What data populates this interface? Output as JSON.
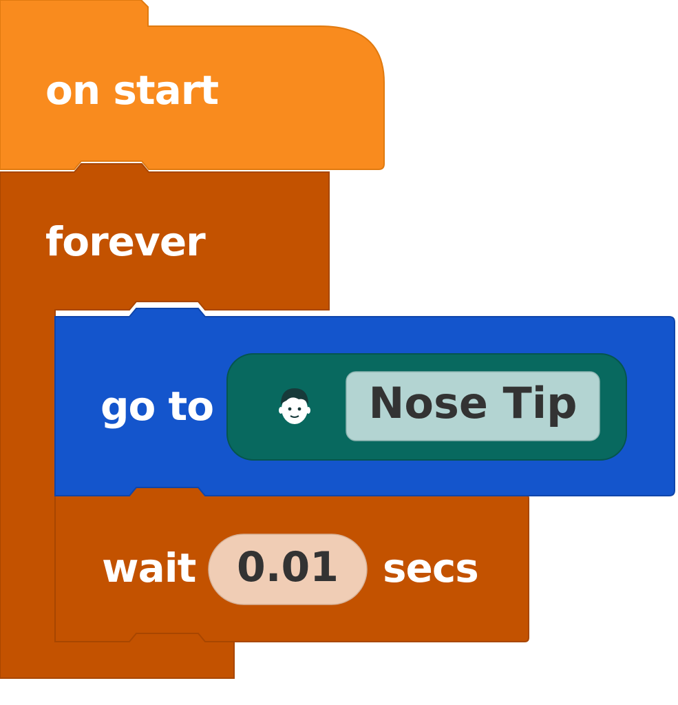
{
  "colors": {
    "events": "#F98B1E",
    "events_stroke": "#E07A10",
    "control": "#C35200",
    "control_stroke": "#A84600",
    "motion": "#1455CC",
    "motion_stroke": "#0F45AA",
    "sensing": "#08695F",
    "sensing_stroke": "#05554D",
    "dropdown_fill": "#B3D4D2",
    "number_fill": "#F0CDB5",
    "text_light": "#FFFFFF",
    "text_dark": "#333333"
  },
  "blocks": {
    "on_start": {
      "label": "on start"
    },
    "forever": {
      "label": "forever"
    },
    "go_to": {
      "label": "go to",
      "target": {
        "icon": "face-icon",
        "dropdown_value": "Nose Tip"
      }
    },
    "wait": {
      "label": "wait",
      "value": "0.01",
      "suffix": "secs"
    }
  }
}
